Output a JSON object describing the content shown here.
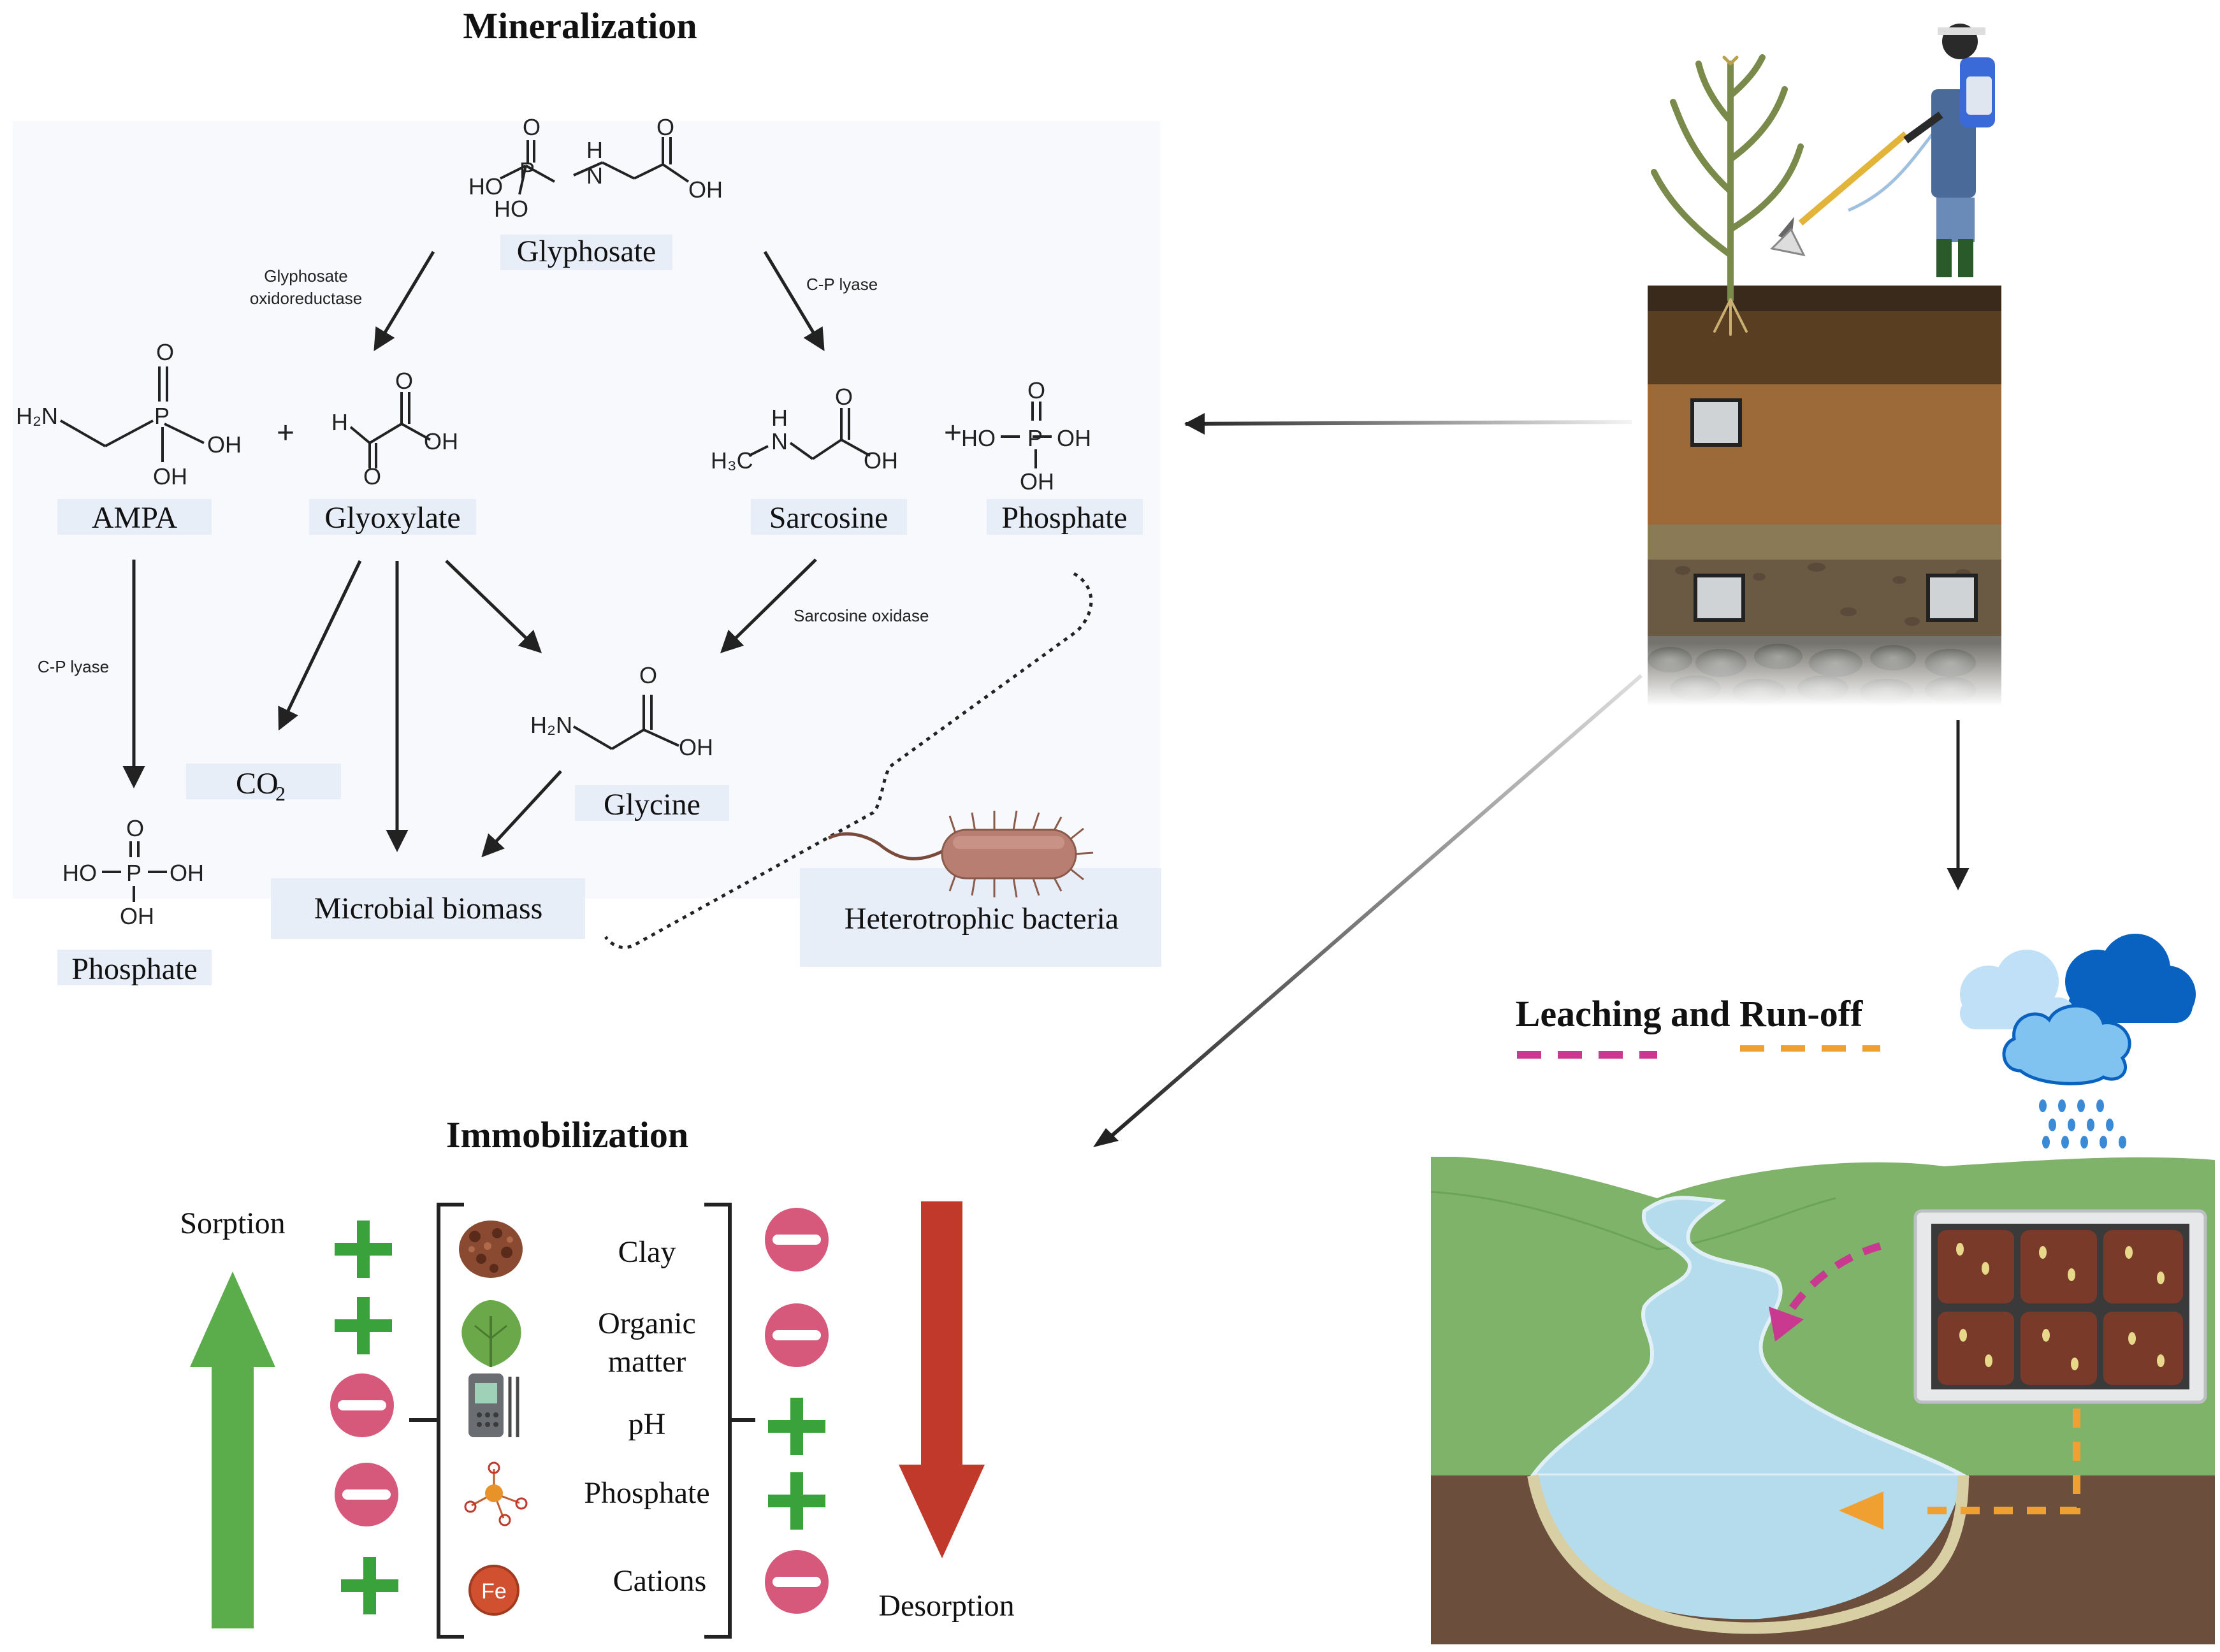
{
  "mineralization": {
    "title": "Mineralization",
    "compounds": {
      "glyphosate": "Glyphosate",
      "ampa": "AMPA",
      "glyoxylate": "Glyoxylate",
      "sarcosine": "Sarcosine",
      "phosphate_top": "Phosphate",
      "co2_main": "CO",
      "co2_sub": "2",
      "glycine": "Glycine",
      "phosphate_left": "Phosphate",
      "microbial_biomass": "Microbial biomass",
      "heterotrophic_bacteria": "Heterotrophic bacteria"
    },
    "enzymes": {
      "glyphosate_oxidoreductase_1": "Glyphosate",
      "glyphosate_oxidoreductase_2": "oxidoreductase",
      "cp_lyase_right": "C-P lyase",
      "cp_lyase_left": "C-P lyase",
      "sarcosine_oxidase": "Sarcosine oxidase"
    },
    "plus_sign": "+",
    "atoms": {
      "O": "O",
      "P": "P",
      "N": "N",
      "H": "H",
      "HO": "HO",
      "OH": "OH",
      "H2N": "H₂N",
      "H3C": "H₃C"
    }
  },
  "leaching": {
    "title": "Leaching and Run-off",
    "legend_colors": {
      "leaching": "#c9398f",
      "runoff": "#f0a030"
    }
  },
  "immobilization": {
    "title": "Immobilization",
    "sorption_label": "Sorption",
    "desorption_label": "Desorption",
    "factors": [
      {
        "name": "Clay",
        "sorption": "+",
        "desorption": "−",
        "icon": "clay-icon"
      },
      {
        "name": "Organic matter",
        "line1": "Organic",
        "line2": "matter",
        "sorption": "+",
        "desorption": "−",
        "icon": "leaf-icon"
      },
      {
        "name": "pH",
        "sorption": "−",
        "desorption": "+",
        "icon": "ph-meter-icon"
      },
      {
        "name": "Phosphate",
        "sorption": "−",
        "desorption": "+",
        "icon": "phosphate-molecule-icon"
      },
      {
        "name": "Cations",
        "sorption": "+",
        "desorption": "−",
        "icon": "iron-cation-icon",
        "icon_text": "Fe"
      }
    ]
  },
  "colors": {
    "label_bg": "#e8eef8",
    "plus_green": "#3aa23a",
    "minus_pink": "#d6587a",
    "sorption_arrow": "#5aad4a",
    "desorption_arrow": "#c0392b",
    "grass": "#7fb36a",
    "water": "#b4dced",
    "soil_dark": "#6b4e3c"
  }
}
